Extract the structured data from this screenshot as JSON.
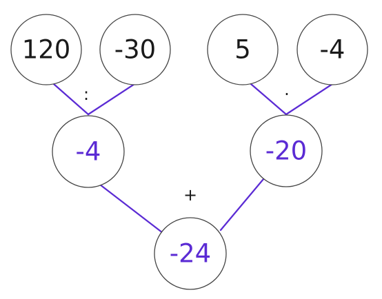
{
  "colors": {
    "accent": "#5b2bd4",
    "text": "#1a1a1a",
    "circle_stroke": "#444444"
  },
  "leaves": {
    "a": "120",
    "b": "-30",
    "c": "5",
    "d": "-4"
  },
  "intermediate": {
    "left": "-4",
    "right": "-20"
  },
  "result": "-24",
  "operators": {
    "left": ":",
    "right": "·",
    "bottom": "+"
  }
}
